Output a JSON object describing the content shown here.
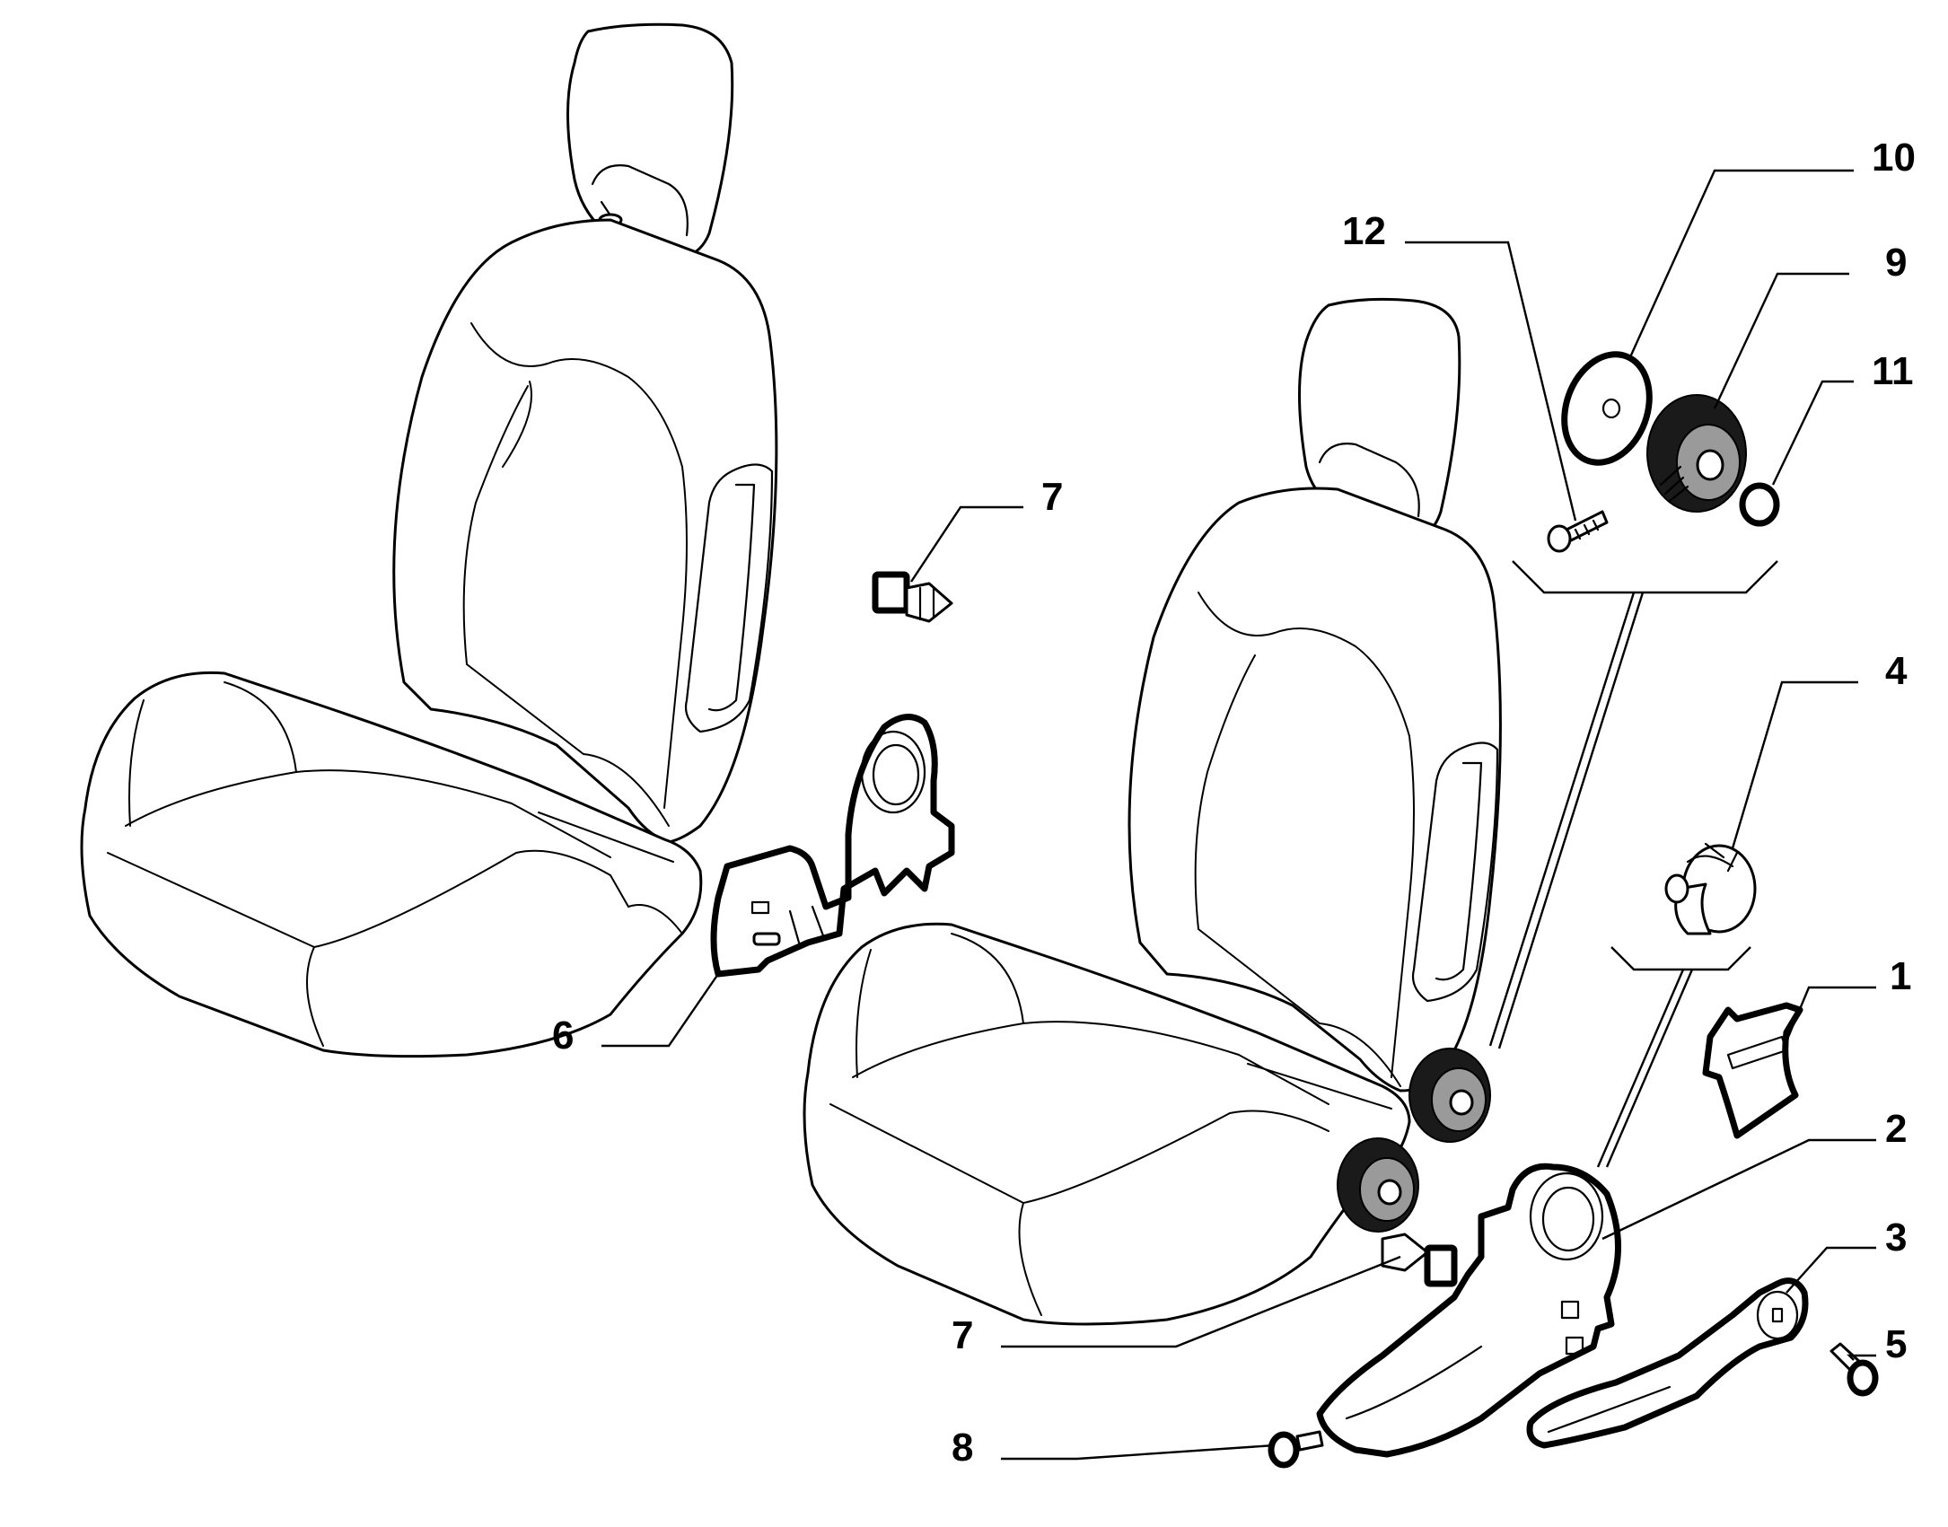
{
  "callouts": [
    {
      "id": "1",
      "label": "1"
    },
    {
      "id": "2",
      "label": "2"
    },
    {
      "id": "3",
      "label": "3"
    },
    {
      "id": "4",
      "label": "4"
    },
    {
      "id": "5",
      "label": "5"
    },
    {
      "id": "6",
      "label": "6"
    },
    {
      "id": "7a",
      "label": "7"
    },
    {
      "id": "7b",
      "label": "7"
    },
    {
      "id": "8",
      "label": "8"
    },
    {
      "id": "9",
      "label": "9"
    },
    {
      "id": "10",
      "label": "10"
    },
    {
      "id": "11",
      "label": "11"
    },
    {
      "id": "12",
      "label": "12"
    }
  ],
  "colors": {
    "line": "#000000",
    "background": "#ffffff"
  }
}
